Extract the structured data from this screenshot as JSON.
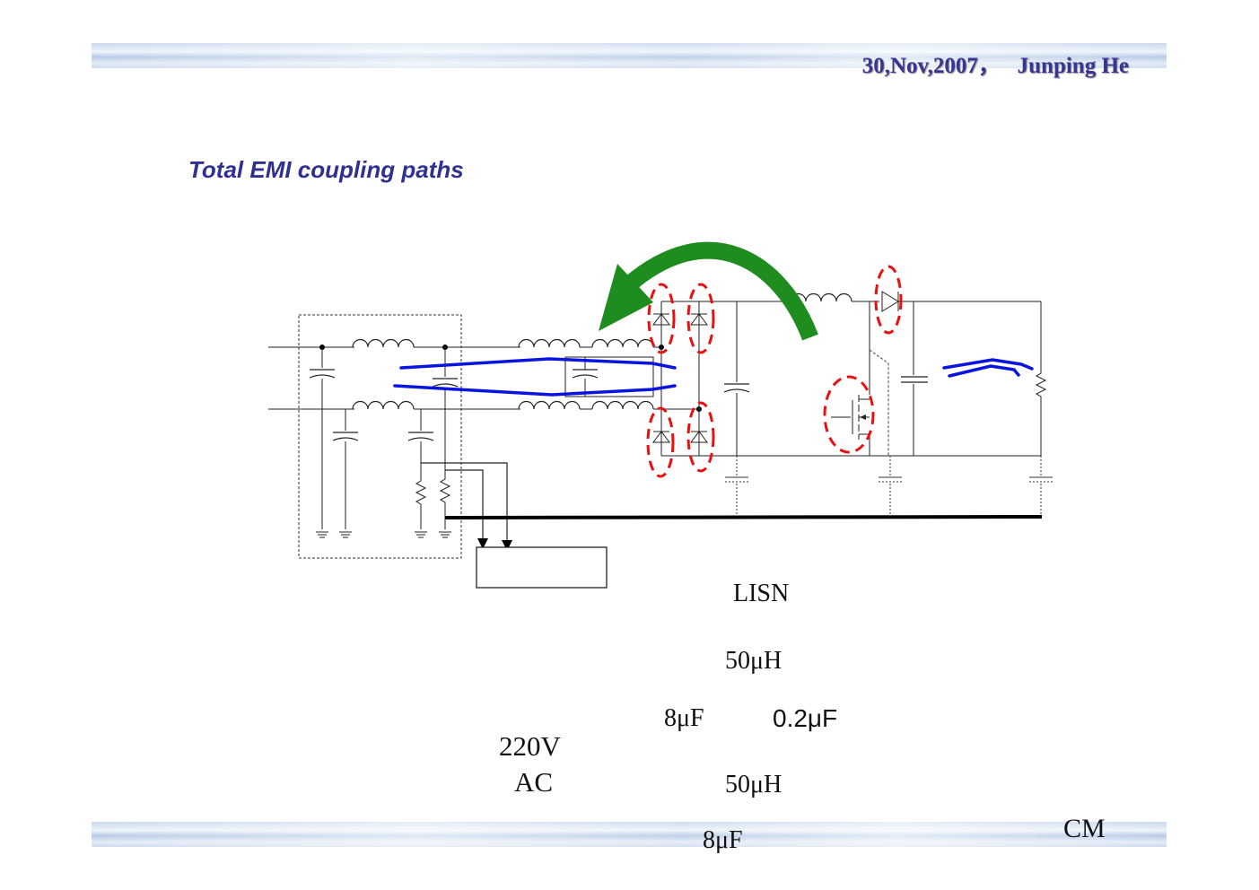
{
  "header": {
    "date": "30,Nov,2007",
    "separator": "，",
    "author": "Junping He"
  },
  "title": "Total EMI coupling paths",
  "labels": {
    "lisn": "LISN",
    "inductor_top": "50μH",
    "cap_left": "8μF",
    "cap_right": "0.2μF",
    "source_voltage": "220V",
    "source_type": "AC",
    "inductor_bottom": "50μH",
    "cap_bottom": "8μF",
    "mode": "CM"
  },
  "colors": {
    "title": "#2e3192",
    "header": "#3a3493",
    "path_lines": "#0a14e0",
    "arrow": "#1e8c1e",
    "hotspots": "#e81010"
  }
}
